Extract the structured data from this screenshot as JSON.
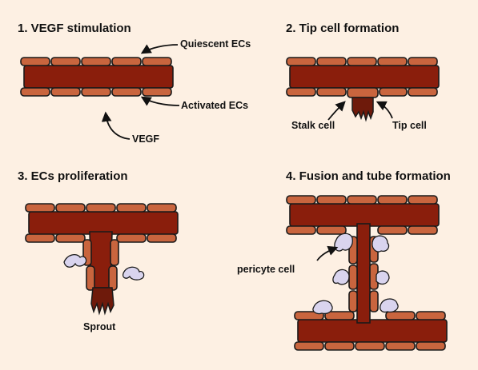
{
  "panels": [
    {
      "title": "1. VEGF stimulation",
      "labels": [
        "Quiescent ECs",
        "Activated ECs",
        "VEGF"
      ]
    },
    {
      "title": "2. Tip cell formation",
      "labels": [
        "Stalk cell",
        "Tip cell"
      ]
    },
    {
      "title": "3. ECs proliferation",
      "labels": [
        "Sprout"
      ]
    },
    {
      "title": "4. Fusion and tube formation",
      "labels": [
        "pericyte cell"
      ]
    }
  ],
  "colors": {
    "background": "#fdf0e3",
    "endothelial_cell": "#c9653e",
    "vessel_lumen": "#8a1e0c",
    "tip_cell": "#6e1a0b",
    "pericyte": "#d9d4ee"
  }
}
